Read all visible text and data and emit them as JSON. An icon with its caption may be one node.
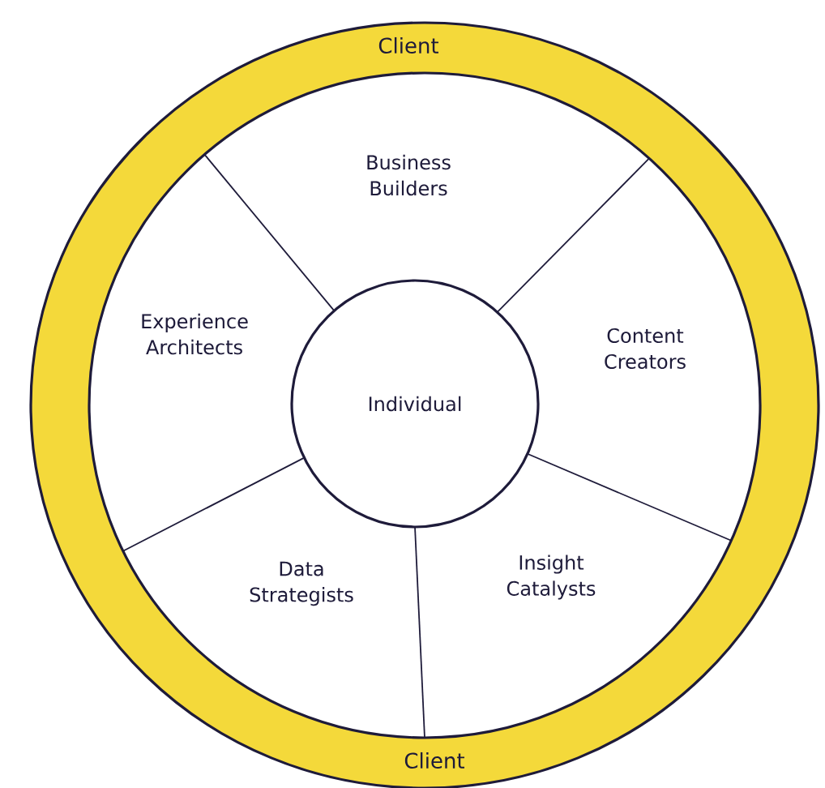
{
  "diagram": {
    "nodes": [
      {
        "text": [
          "Client",
          "Client"
        ]
      },
      {
        "text": [
          "Business Builders"
        ],
        "in": 0
      },
      {
        "text": [
          "Experience Architects"
        ],
        "in": 0
      },
      {
        "text": [
          "Individual"
        ],
        "in": 0
      },
      {
        "text": [
          "Content Creators"
        ],
        "in": 0
      },
      {
        "text": [
          "Data Strategists"
        ],
        "in": 0
      },
      {
        "text": [
          "Insight Catalysts"
        ],
        "in": 0
      }
    ]
  }
}
